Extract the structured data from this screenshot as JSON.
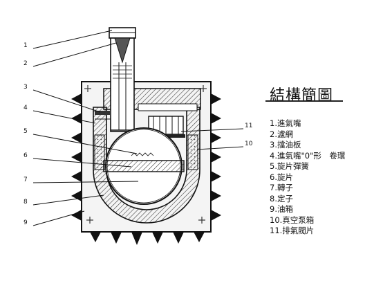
{
  "title": "結構簡圖",
  "callouts": [
    "1",
    "2",
    "3",
    "4",
    "5",
    "6",
    "7",
    "8",
    "9",
    "10",
    "11"
  ],
  "legend": [
    "1.進氣嘴",
    "2.濾網",
    "3.擋油板",
    "4.進氣嘴\"0\"形　卷環",
    "5.旋片彈簧",
    "6.旋片",
    "7.轉子",
    "8.定子",
    "9.油箱",
    "10.真空泵箱",
    "11.排氣閥片"
  ]
}
